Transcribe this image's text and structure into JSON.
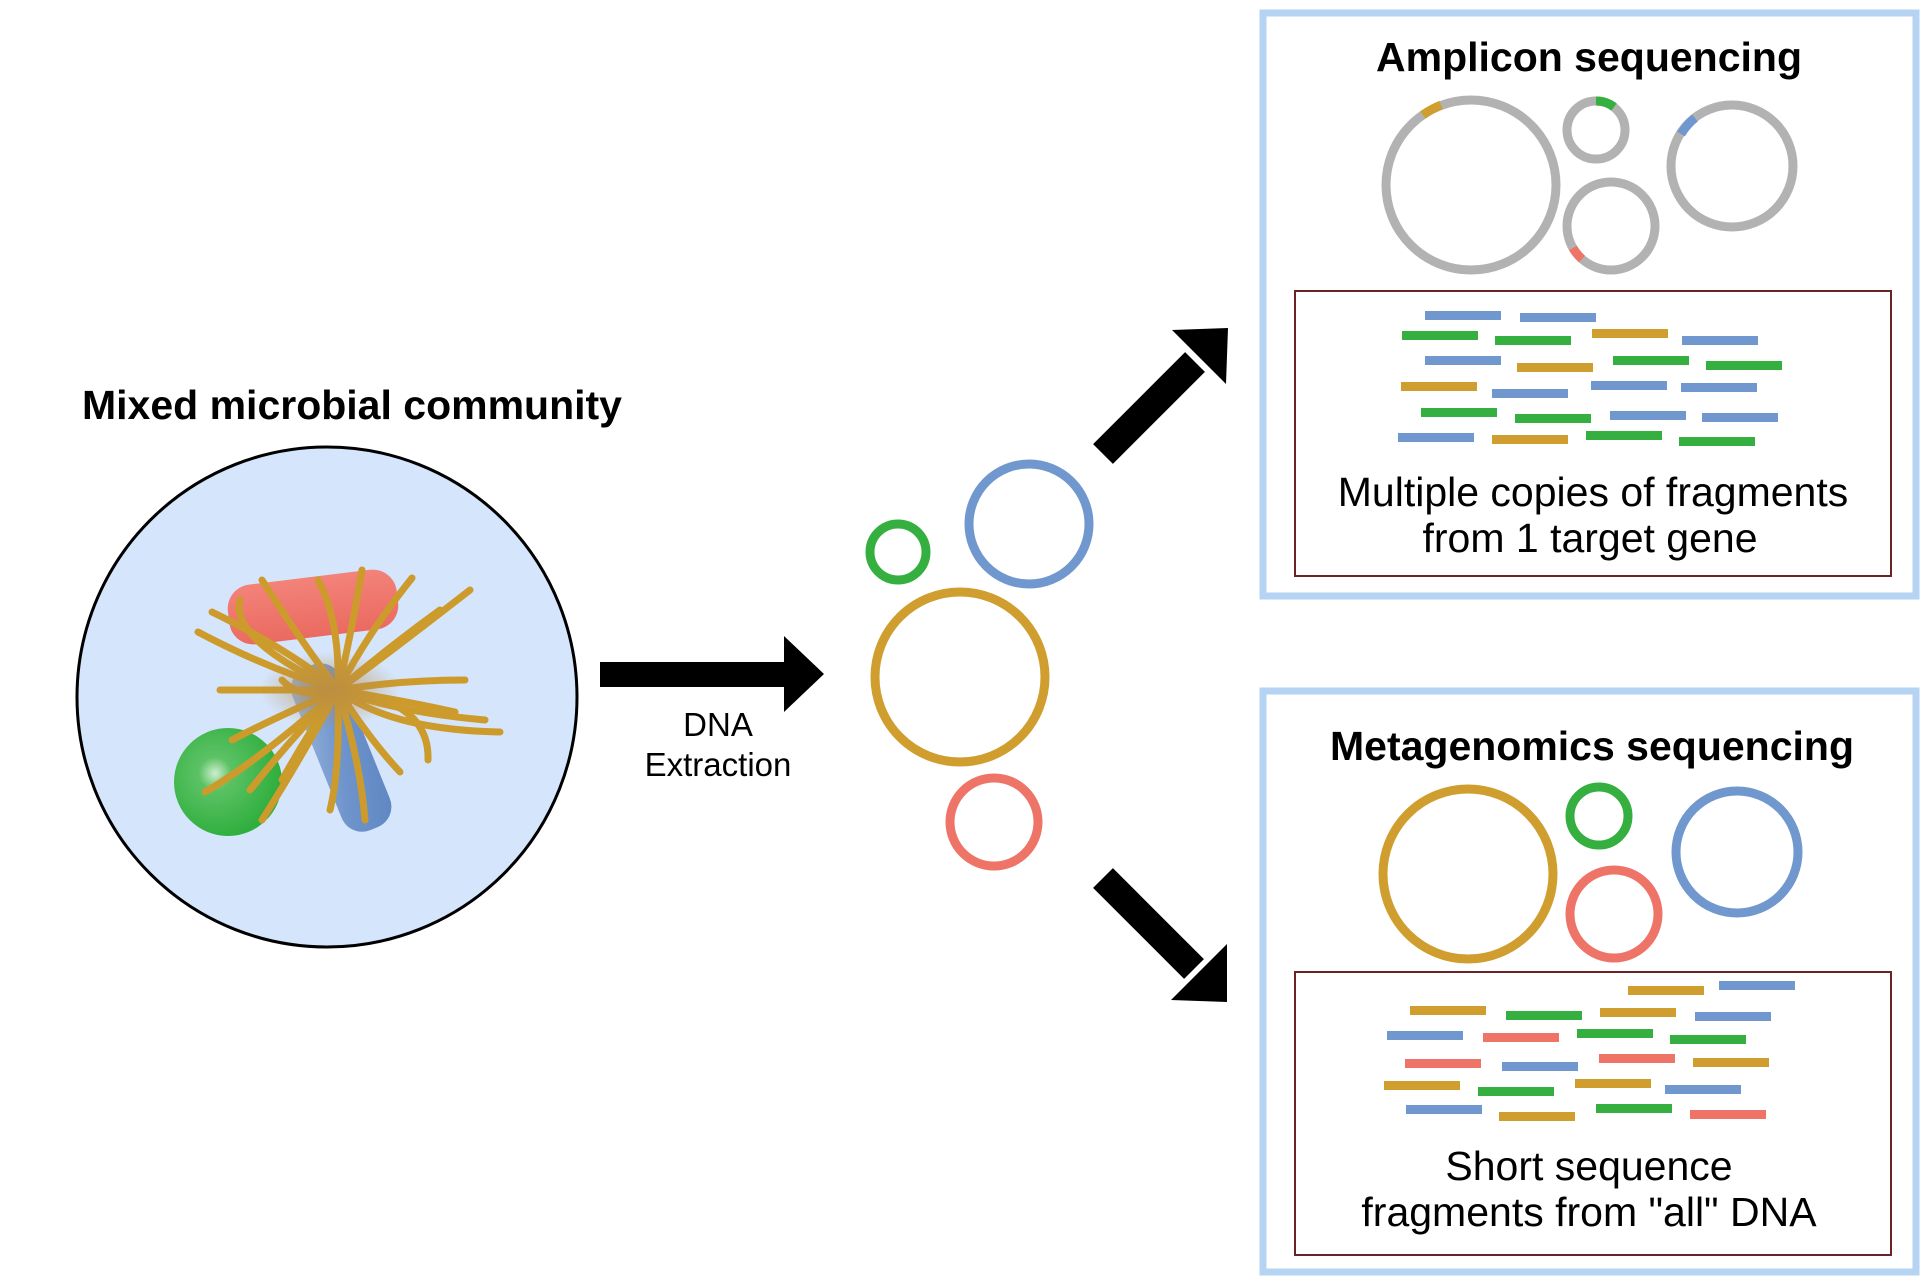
{
  "community": {
    "title": "Mixed microbial community"
  },
  "extraction": {
    "line1": "DNA",
    "line2": "Extraction"
  },
  "amplicon": {
    "title": "Amplicon sequencing",
    "caption_line1": "Multiple copies of fragments",
    "caption_line2": "from 1 target gene"
  },
  "metagenomics": {
    "title": "Metagenomics sequencing",
    "caption_line1": "Short sequence",
    "caption_line2": "fragments from \"all\" DNA"
  },
  "colors": {
    "gold": "#cf9e2f",
    "blue": "#7098cf",
    "green": "#35b040",
    "red": "#ef7468",
    "gray": "#b2b2b2",
    "panel_border": "#b5d3f2",
    "reads_border": "#6b2326",
    "cell_fill": "#d5e5fb"
  }
}
